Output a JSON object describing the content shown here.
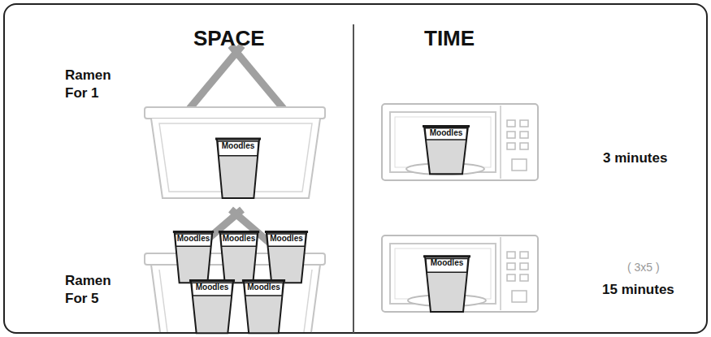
{
  "diagram": {
    "nodes": [
      {
        "text": [
          "Moodles"
        ]
      },
      {
        "text": [
          "Moodles"
        ]
      },
      {
        "text": [
          "Moodles"
        ]
      },
      {
        "text": [
          "Moodles"
        ]
      },
      {
        "text": [
          "Moodles"
        ]
      },
      {
        "text": [
          "Moodles"
        ]
      },
      {
        "text": [
          "Moodles"
        ]
      },
      {
        "text": [
          "Moodles"
        ]
      }
    ],
    "labels": [
      "SPACE",
      "TIME",
      "Ramen For 1",
      "3 minutes",
      "Ramen For 5",
      "( 3x5 )",
      "15 minutes"
    ]
  }
}
